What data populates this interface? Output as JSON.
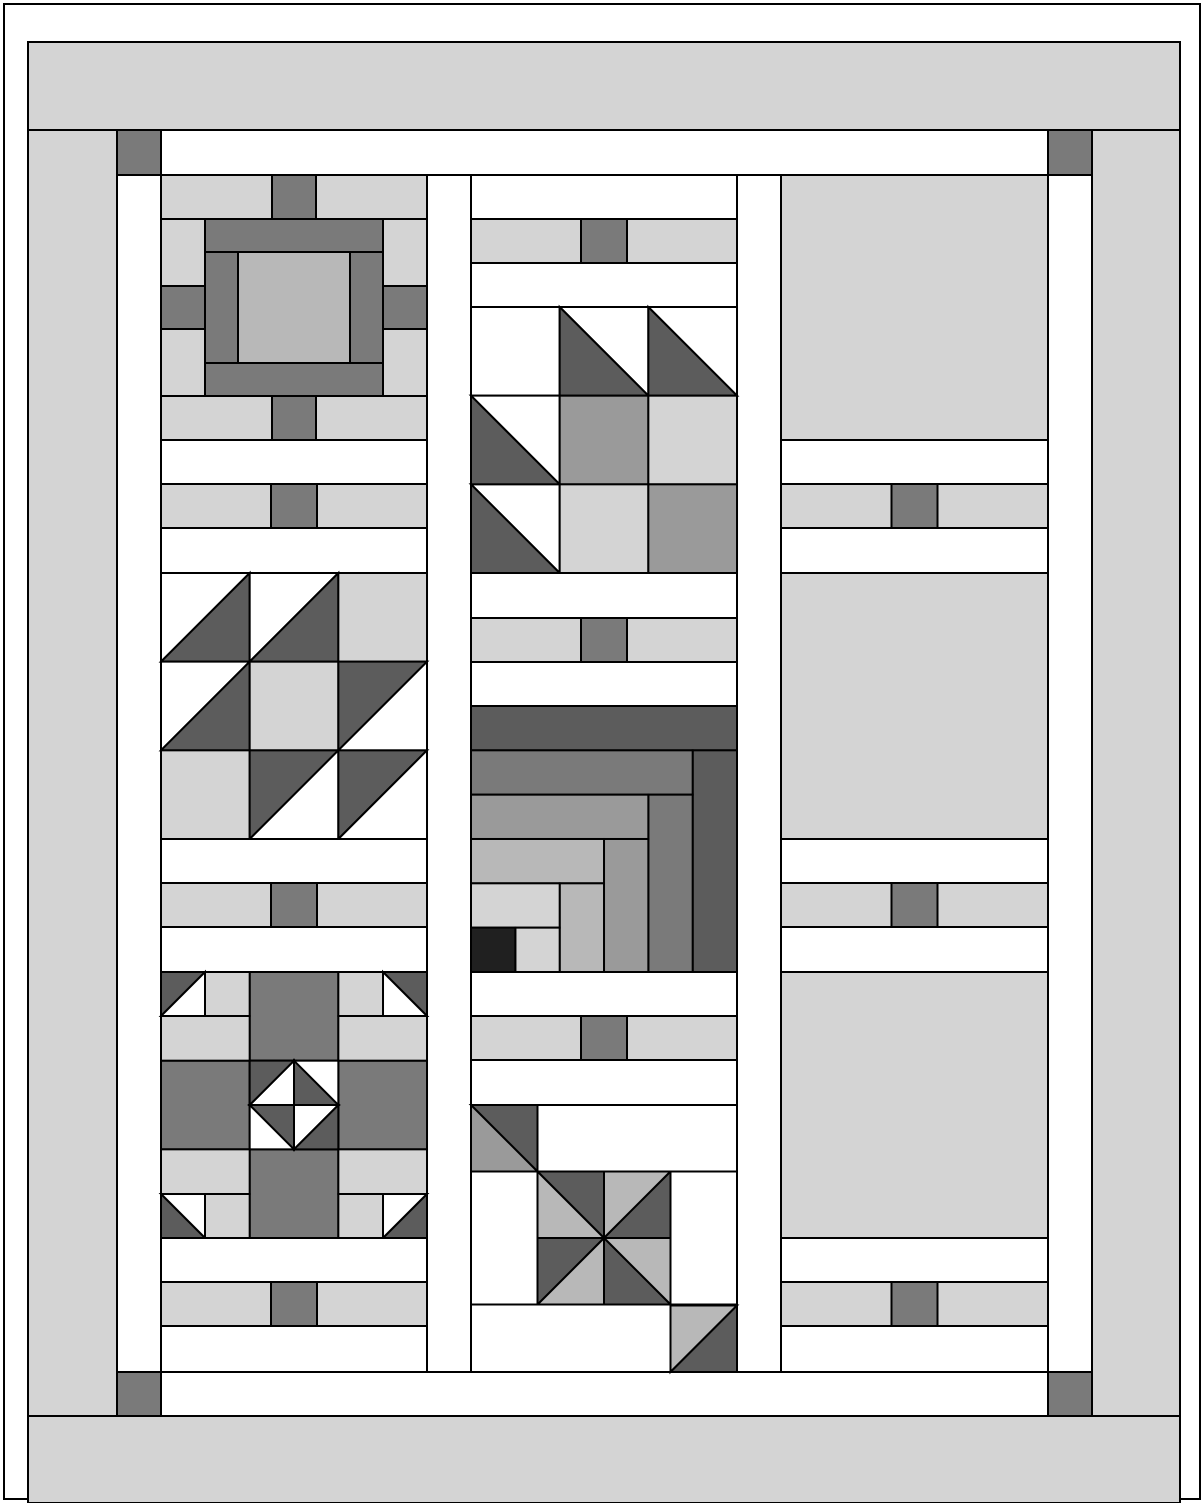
{
  "title": "",
  "colors": {
    "white": "#ffffff",
    "pale": "#d4d4d4",
    "light": "#b8b8b8",
    "mid": "#9a9a9a",
    "dark": "#7a7a7a",
    "darker": "#5c5c5c",
    "black": "#202020",
    "outline": "#000000"
  },
  "layout_description": {
    "columns": 3,
    "left_column_blocks": [
      "square-in-square-star",
      "flying-geese-star",
      "churn-dash-variant"
    ],
    "center_column_blocks": [
      "basket-triangles",
      "log-cabin-corner",
      "pinwheel"
    ],
    "right_column_blocks": [
      "plain-panel",
      "plain-panel",
      "plain-panel"
    ],
    "sashing_cornerstones": "dark"
  }
}
